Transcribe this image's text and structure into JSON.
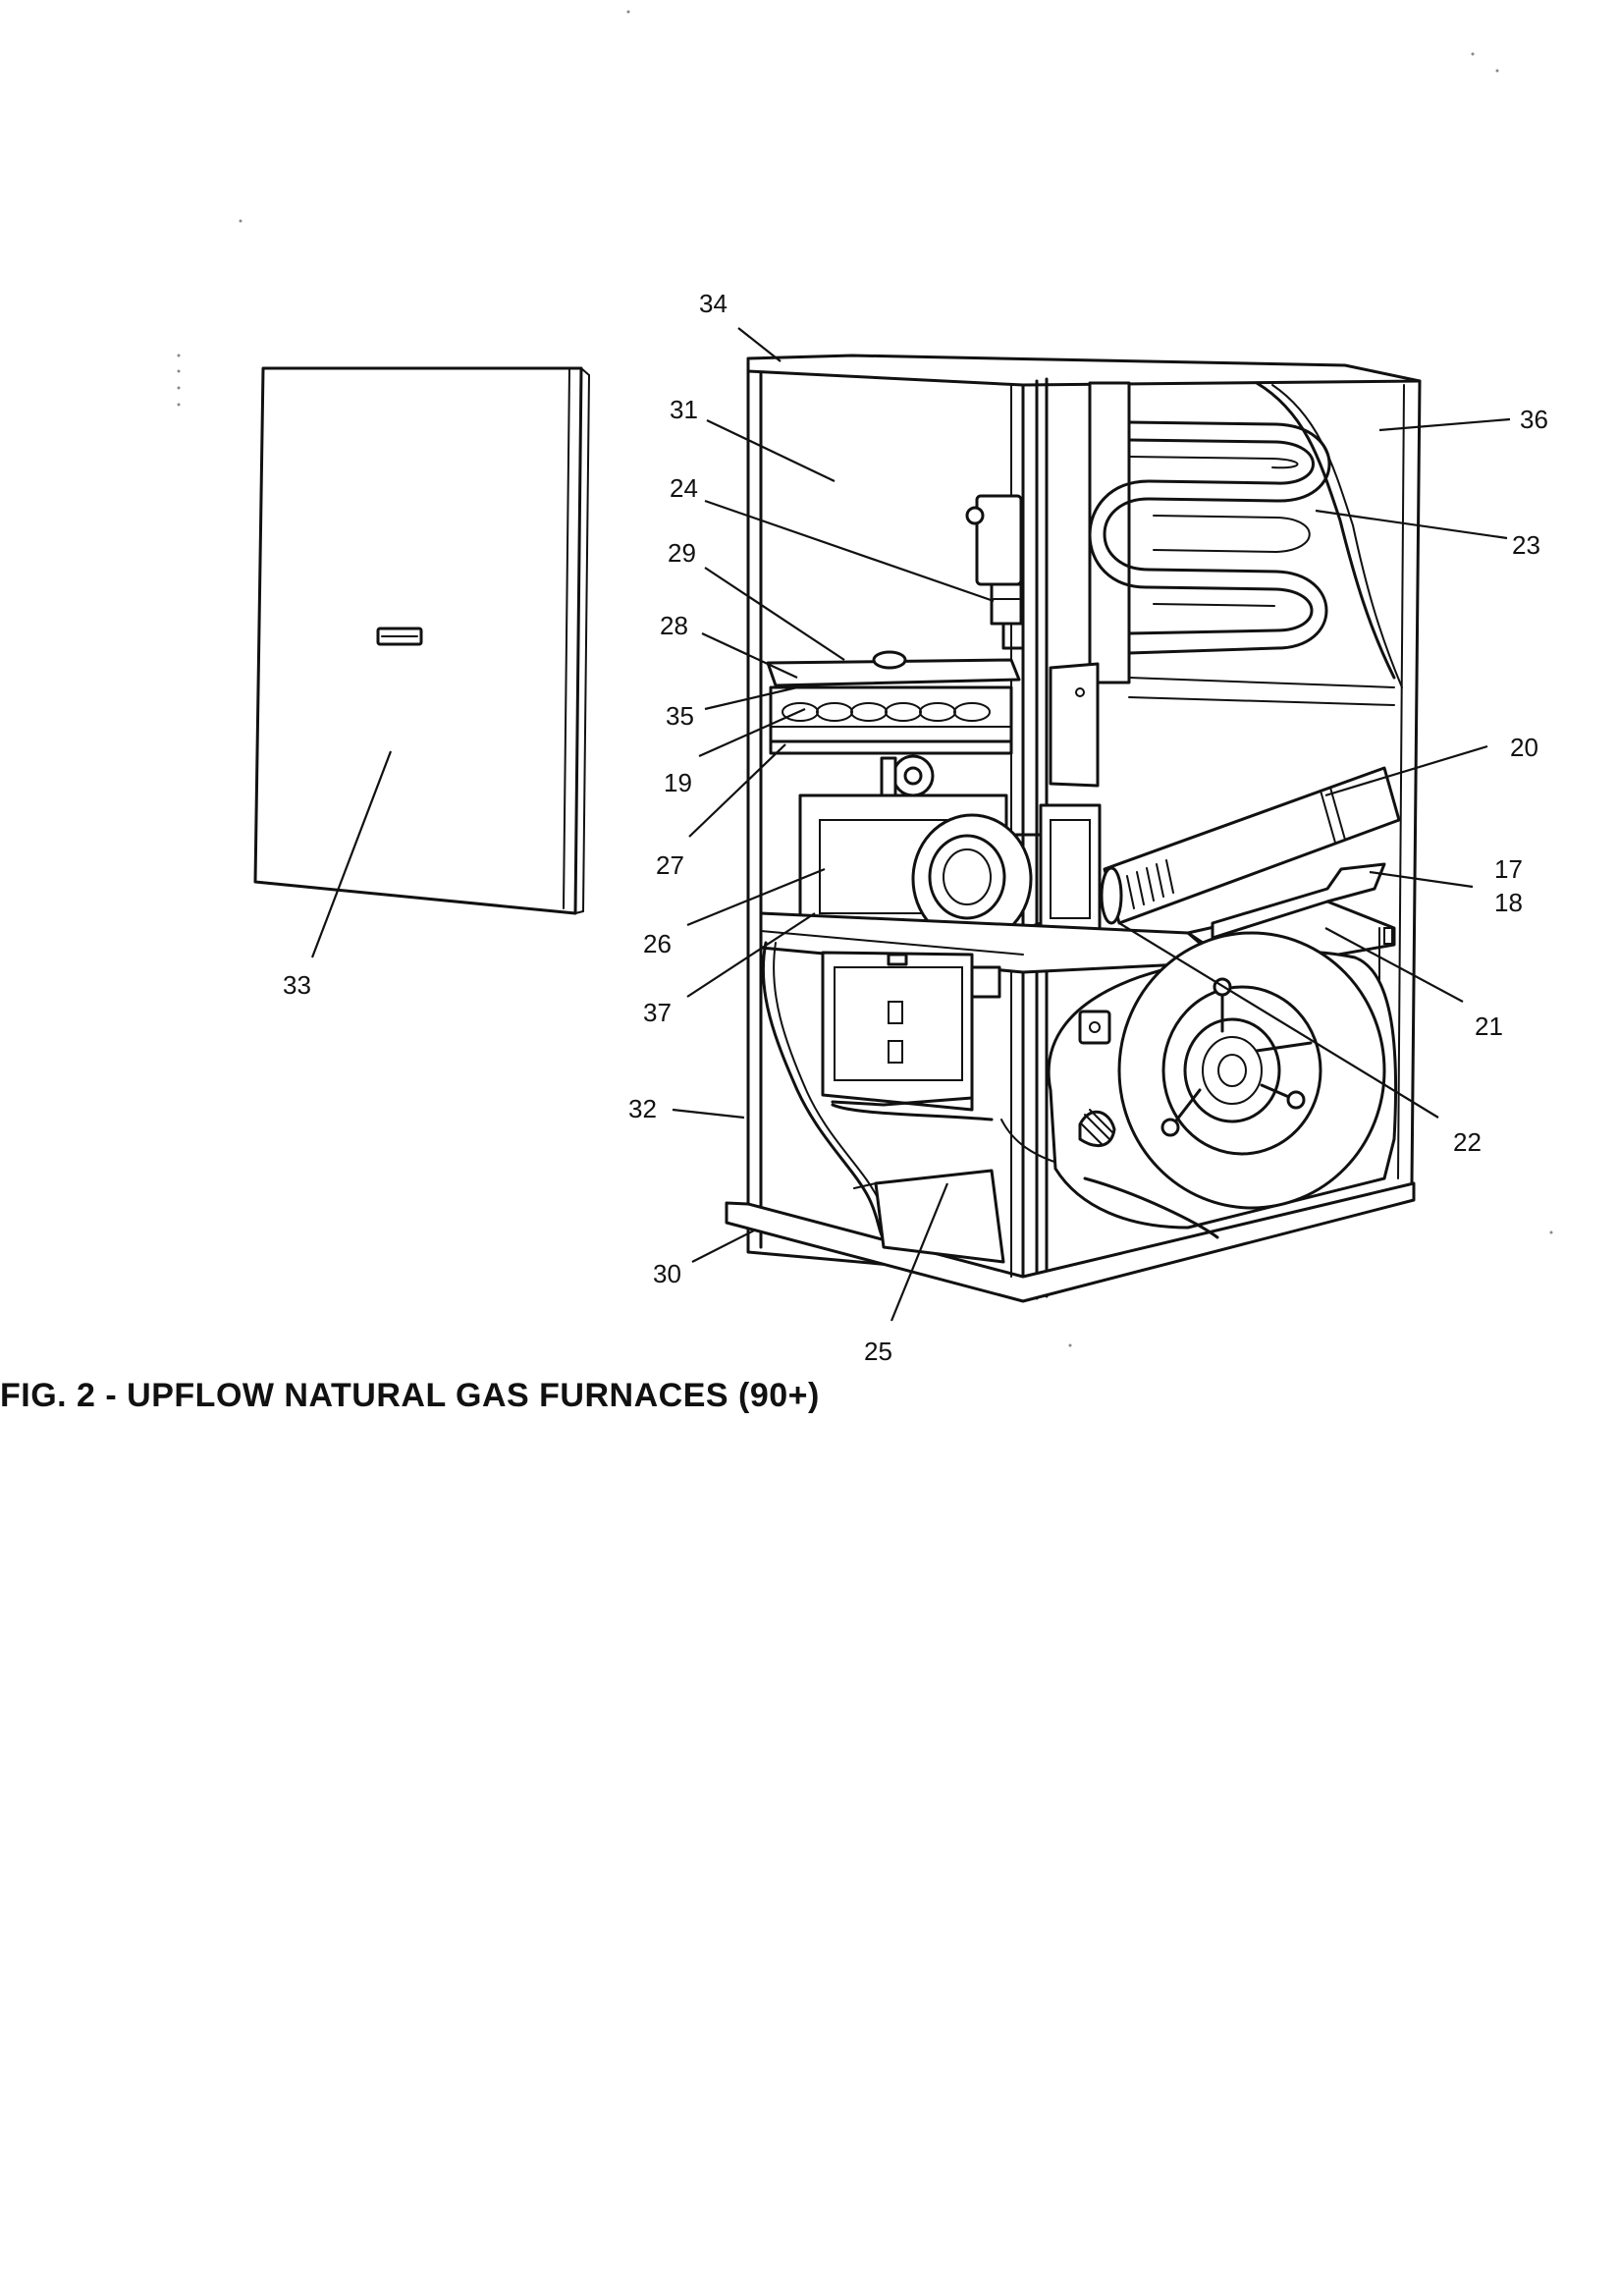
{
  "figure": {
    "caption": "FIG. 2 - UPFLOW NATURAL GAS FURNACES (90+)"
  },
  "callouts": {
    "c34": "34",
    "c31": "31",
    "c24": "24",
    "c29": "29",
    "c28": "28",
    "c35": "35",
    "c19": "19",
    "c27": "27",
    "c26": "26",
    "c37": "37",
    "c32": "32",
    "c30": "30",
    "c25": "25",
    "c33": "33",
    "c36": "36",
    "c23": "23",
    "c20": "20",
    "c17": "17",
    "c18": "18",
    "c21": "21",
    "c22": "22"
  }
}
